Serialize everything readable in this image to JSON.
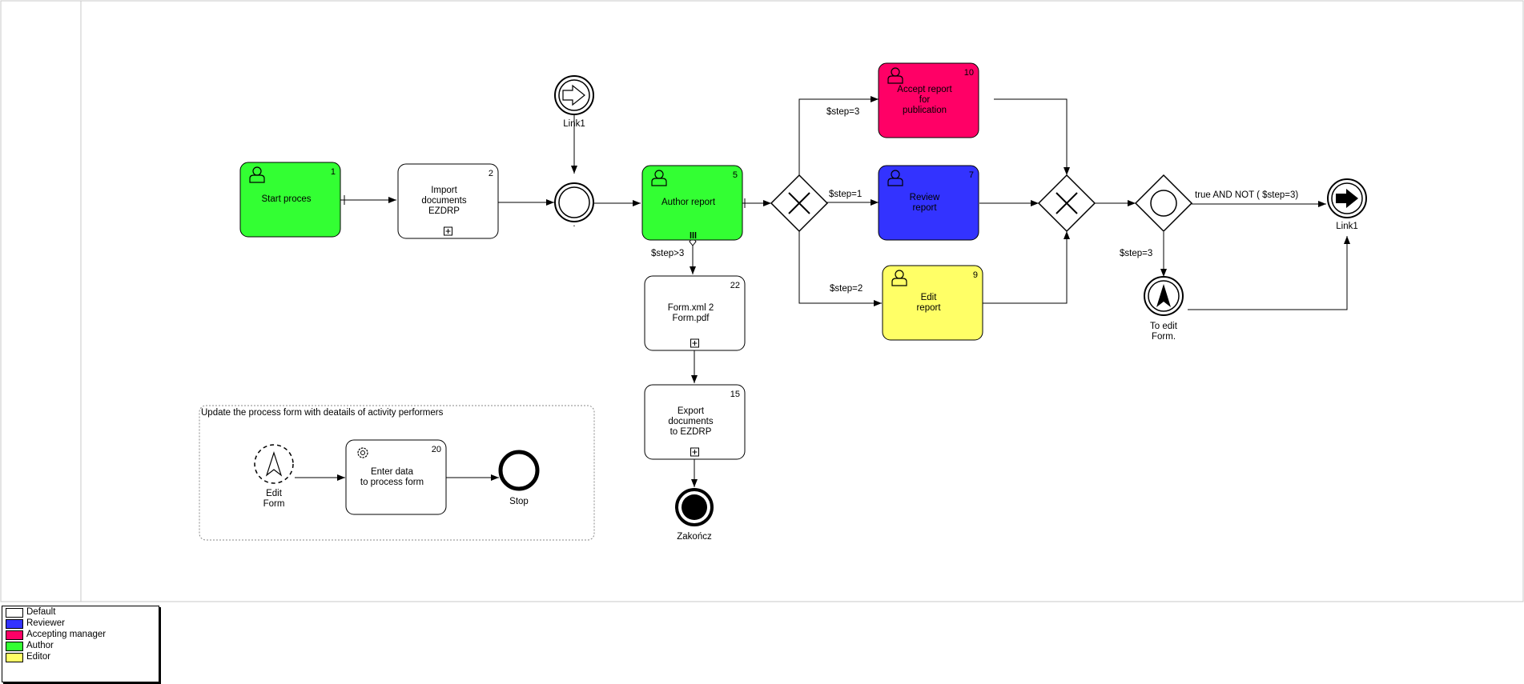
{
  "tasks": [
    {
      "id": "start",
      "label": "Start proces",
      "number": "1",
      "color": "#33ff33",
      "type": "user"
    },
    {
      "id": "import",
      "label": "Import\ndocuments\nEZDRP",
      "number": "2",
      "color": "#ffffff",
      "type": "subprocess"
    },
    {
      "id": "author",
      "label": "Author report",
      "number": "5",
      "color": "#33ff33",
      "type": "user"
    },
    {
      "id": "accept",
      "label": "Accept report\nfor\npublication",
      "number": "10",
      "color": "#ff0066",
      "type": "user"
    },
    {
      "id": "review",
      "label": "Review\nreport",
      "number": "7",
      "color": "#3333ff",
      "type": "user"
    },
    {
      "id": "edit",
      "label": "Edit\nreport",
      "number": "9",
      "color": "#ffff66",
      "type": "user"
    },
    {
      "id": "formxml",
      "label": "Form.xml 2\nForm.pdf",
      "number": "22",
      "color": "#ffffff",
      "type": "subprocess"
    },
    {
      "id": "export",
      "label": "Export\ndocuments\nto EZDRP",
      "number": "15",
      "color": "#ffffff",
      "type": "subprocess"
    },
    {
      "id": "enterdata",
      "label": "Enter data\nto process form",
      "number": "20",
      "color": "#ffffff",
      "type": "service"
    }
  ],
  "events": {
    "link1_catch": "Link1",
    "intermediate_dot": ".",
    "link1_throw": "Link1",
    "to_edit_form": "To edit\nForm.",
    "zakoncz": "Zakończ",
    "edit_form": "Edit\nForm",
    "stop": "Stop"
  },
  "flows": {
    "step3_accept": "$step=3",
    "step1_review": "$step=1",
    "step2_edit": "$step=2",
    "step_gt3": "$step>3",
    "true_not": "true AND NOT ( $step=3)",
    "step3_toedit": "$step=3"
  },
  "group_label": "Update the process form with deatails of activity performers",
  "legend": [
    {
      "label": "Default",
      "color": "#ffffff"
    },
    {
      "label": "Reviewer",
      "color": "#3333ff"
    },
    {
      "label": "Accepting manager",
      "color": "#ff0066"
    },
    {
      "label": "Author",
      "color": "#33ff33"
    },
    {
      "label": "Editor",
      "color": "#ffff66"
    }
  ]
}
